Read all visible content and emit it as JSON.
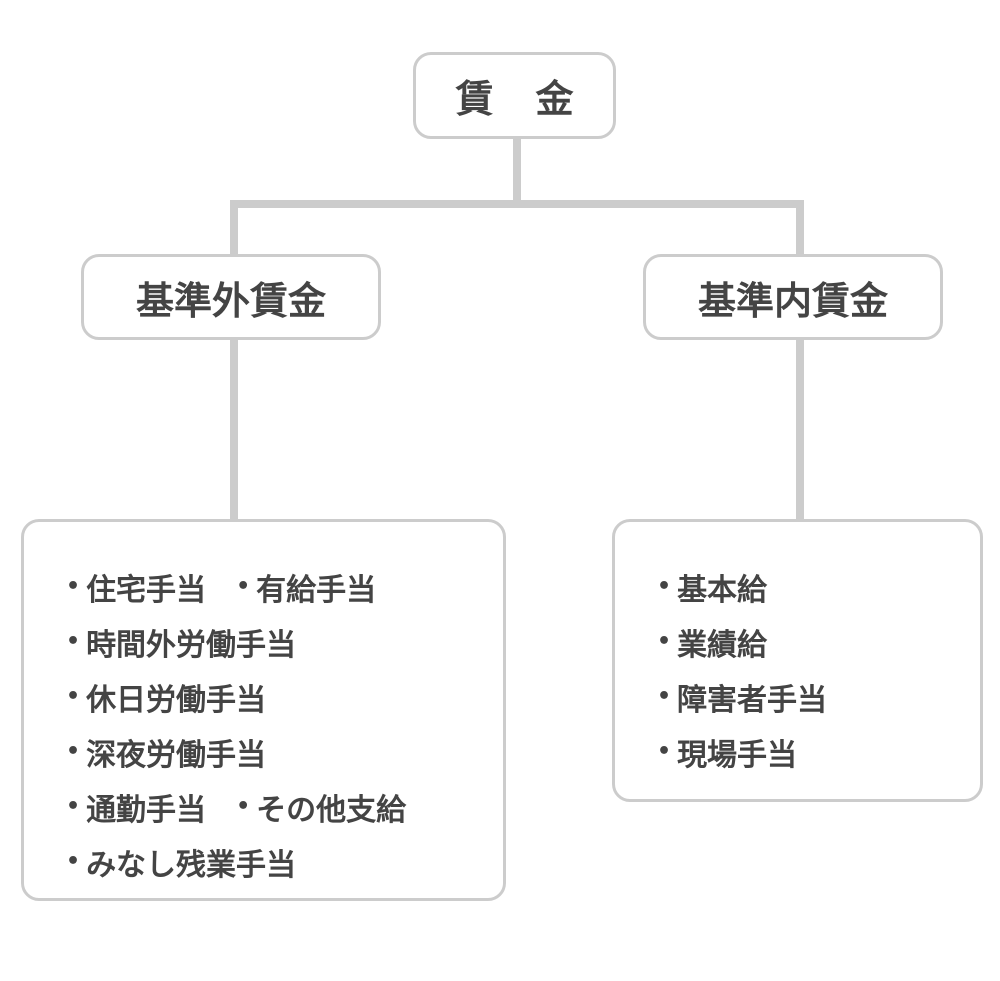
{
  "root": {
    "label": "賃金"
  },
  "categories": [
    {
      "label": "基準外賃金",
      "items": [
        [
          "住宅手当",
          "有給手当"
        ],
        [
          "時間外労働手当"
        ],
        [
          "休日労働手当"
        ],
        [
          "深夜労働手当"
        ],
        [
          "通勤手当",
          "その他支給"
        ],
        [
          "みなし残業手当"
        ]
      ]
    },
    {
      "label": "基準内賃金",
      "items": [
        [
          "基本給"
        ],
        [
          "業績給"
        ],
        [
          "障害者手当"
        ],
        [
          "現場手当"
        ]
      ]
    }
  ],
  "colors": {
    "line": "#cccccc",
    "text": "#444444",
    "border": "#cccccc"
  }
}
